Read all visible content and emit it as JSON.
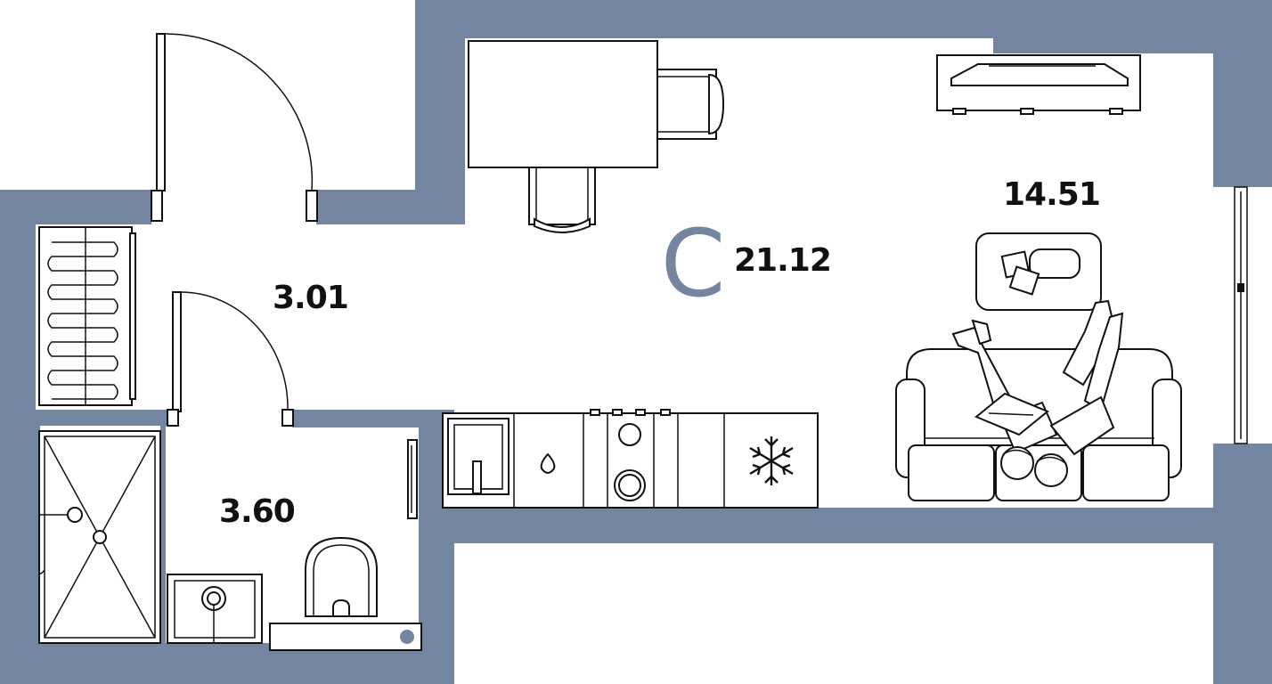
{
  "colors": {
    "wall": "#7485a1",
    "line": "#111111",
    "floor": "#ffffff"
  },
  "apartment": {
    "type_letter": "С",
    "total_area": "21.12"
  },
  "rooms": {
    "hallway_area": "3.01",
    "bathroom_area": "3.60",
    "living_area": "14.51"
  },
  "icons": {
    "freezer": "snowflake-icon"
  }
}
